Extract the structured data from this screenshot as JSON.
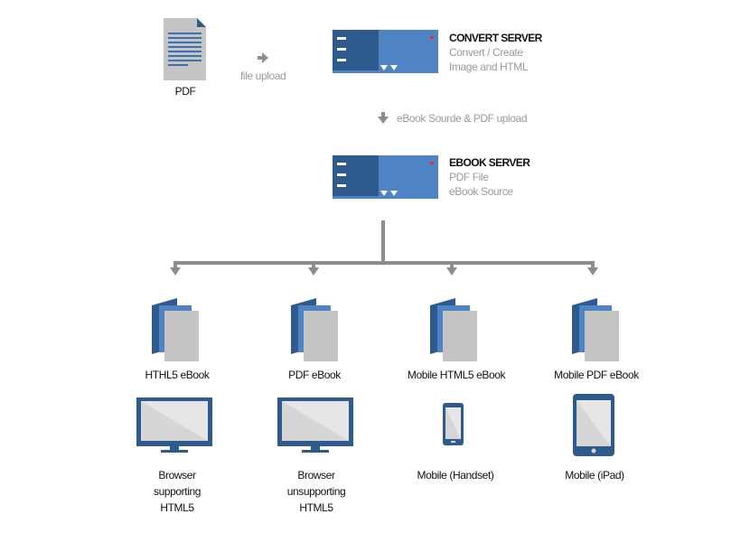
{
  "pdf": {
    "label": "PDF"
  },
  "file_upload": {
    "label": "file upload"
  },
  "convert_server": {
    "title": "CONVERT SERVER",
    "line1": "Convert / Create",
    "line2": "Image and HTML"
  },
  "upload_step": {
    "label": "eBook Sourde & PDF upload"
  },
  "ebook_server": {
    "title": "EBOOK SERVER",
    "line1": "PDF File",
    "line2": "eBook Source"
  },
  "outputs": [
    {
      "ebook": "HTHL5 eBook",
      "device_lines": [
        "Browser",
        "supporting",
        "HTML5"
      ],
      "device_icon": "monitor-icon"
    },
    {
      "ebook": "PDF eBook",
      "device_lines": [
        "Browser",
        "unsupporting",
        "HTML5"
      ],
      "device_icon": "monitor-icon"
    },
    {
      "ebook": "Mobile HTML5 eBook",
      "device_lines": [
        "Mobile (Handset)"
      ],
      "device_icon": "phone-icon"
    },
    {
      "ebook": "Mobile PDF eBook",
      "device_lines": [
        "Mobile (iPad)"
      ],
      "device_icon": "tablet-icon"
    }
  ],
  "colors": {
    "dark_blue": "#2f5a8e",
    "mid_blue": "#4e84c4",
    "arrow_gray": "#8c8c8c",
    "doc_gray": "#c4c4c4"
  }
}
